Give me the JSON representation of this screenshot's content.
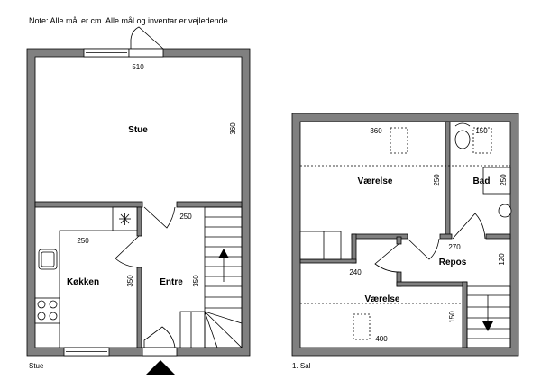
{
  "note": "Note: Alle mål er cm. Alle mål og inventar er vejledende",
  "ground_floor": {
    "caption": "Stue",
    "rooms": {
      "stue": "Stue",
      "kokken": "Køkken",
      "entre": "Entre"
    },
    "dimensions": {
      "stue_width": "510",
      "stue_depth": "360",
      "entre_width": "250",
      "kokken_width": "250",
      "kokken_depth": "350",
      "entre_depth": "350"
    },
    "stair_direction": "up"
  },
  "first_floor": {
    "caption": "1. Sal",
    "rooms": {
      "vaerelse1": "Værelse",
      "bad": "Bad",
      "repos": "Repos",
      "vaerelse2": "Værelse"
    },
    "dimensions": {
      "vaerelse1_width": "360",
      "vaerelse1_depth": "250",
      "bad_width": "150",
      "bad_depth": "250",
      "repos_width": "270",
      "repos_depth": "120",
      "vaerelse2_width": "240",
      "vaerelse2_depth": "150",
      "vaerelse2_length": "400"
    },
    "stair_direction": "down"
  }
}
